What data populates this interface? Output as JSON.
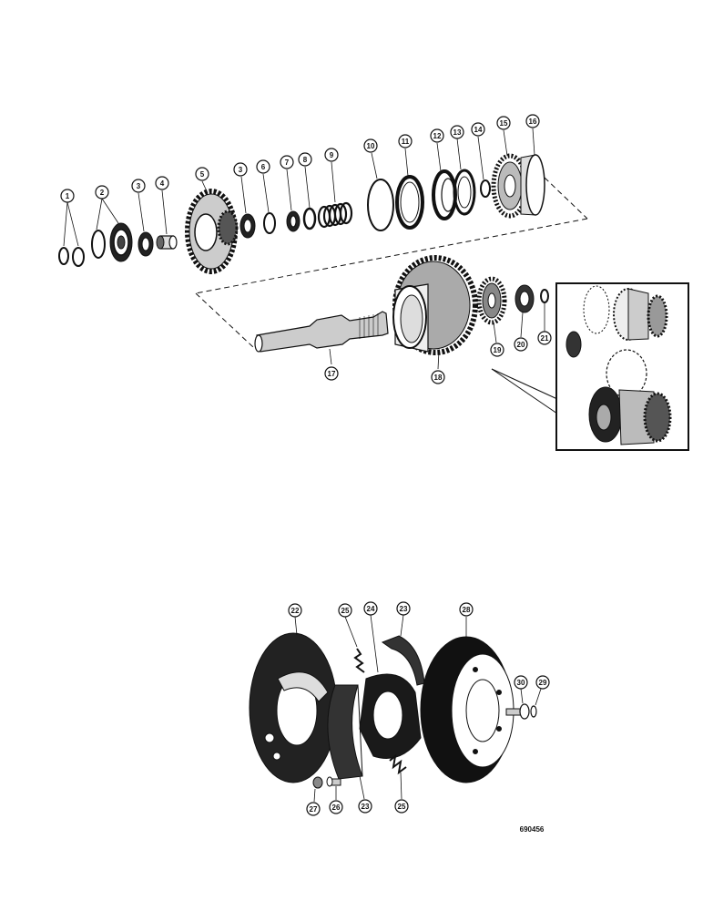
{
  "diagram": {
    "figure_number": "690456",
    "callouts": [
      {
        "label": "1"
      },
      {
        "label": "2"
      },
      {
        "label": "3"
      },
      {
        "label": "4"
      },
      {
        "label": "5"
      },
      {
        "label": "3"
      },
      {
        "label": "6"
      },
      {
        "label": "7"
      },
      {
        "label": "8"
      },
      {
        "label": "9"
      },
      {
        "label": "10"
      },
      {
        "label": "11"
      },
      {
        "label": "12"
      },
      {
        "label": "13"
      },
      {
        "label": "14"
      },
      {
        "label": "15"
      },
      {
        "label": "16"
      },
      {
        "label": "17"
      },
      {
        "label": "18"
      },
      {
        "label": "19"
      },
      {
        "label": "20"
      },
      {
        "label": "21"
      },
      {
        "label": "22"
      },
      {
        "label": "25"
      },
      {
        "label": "24"
      },
      {
        "label": "23"
      },
      {
        "label": "28"
      },
      {
        "label": "30"
      },
      {
        "label": "29"
      },
      {
        "label": "27"
      },
      {
        "label": "26"
      },
      {
        "label": "23"
      },
      {
        "label": "25"
      }
    ]
  }
}
